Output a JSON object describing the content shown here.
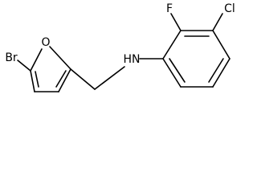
{
  "molecule": {
    "atoms": {
      "br": "Br",
      "o": "O",
      "nh": "HN",
      "f": "F",
      "cl": "Cl"
    }
  }
}
